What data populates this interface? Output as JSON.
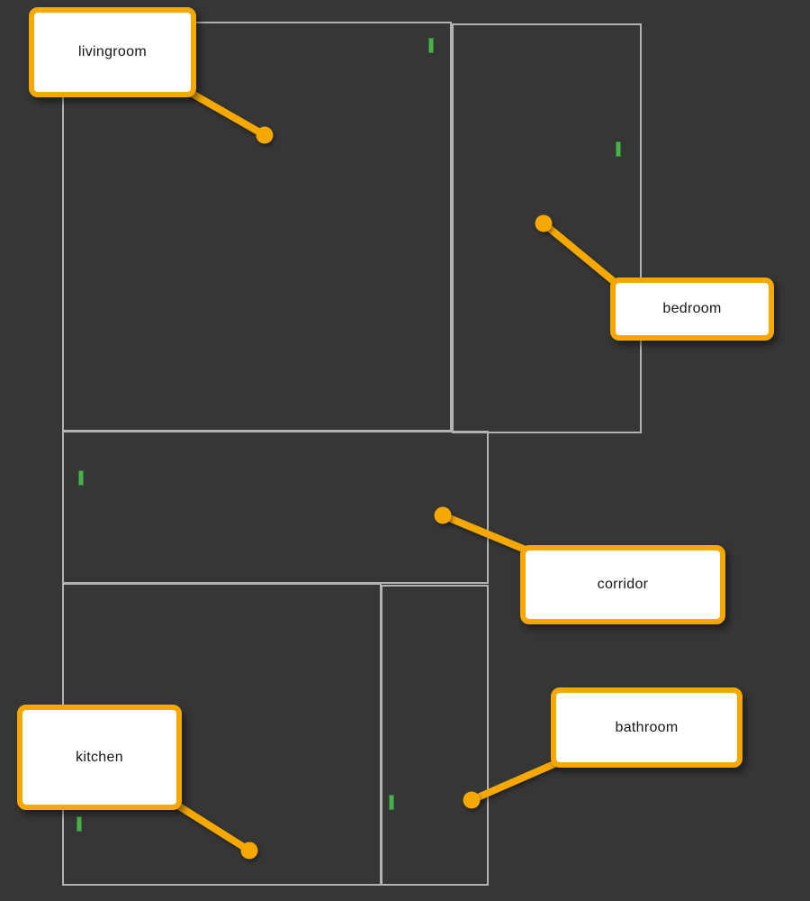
{
  "scene": {
    "kind": "floorplan",
    "background_color": "#363636",
    "wall_color": "#b2b2b2",
    "accent_color": "#F5A800",
    "marker_color": "#4CAF50",
    "marker_border_color": "#2e7d32",
    "label_background": "#ffffff",
    "label_text_color": "#161616"
  },
  "callouts": [
    {
      "id": "livingroom",
      "label": "livingroom"
    },
    {
      "id": "bedroom",
      "label": "bedroom"
    },
    {
      "id": "corridor",
      "label": "corridor"
    },
    {
      "id": "kitchen",
      "label": "kitchen"
    },
    {
      "id": "bathroom",
      "label": "bathroom"
    }
  ],
  "markers": [
    {
      "room": "livingroom",
      "icon": "green-bar-indicator"
    },
    {
      "room": "bedroom",
      "icon": "green-bar-indicator"
    },
    {
      "room": "corridor",
      "icon": "green-bar-indicator"
    },
    {
      "room": "kitchen",
      "icon": "green-bar-indicator"
    },
    {
      "room": "bathroom",
      "icon": "green-bar-indicator"
    }
  ]
}
